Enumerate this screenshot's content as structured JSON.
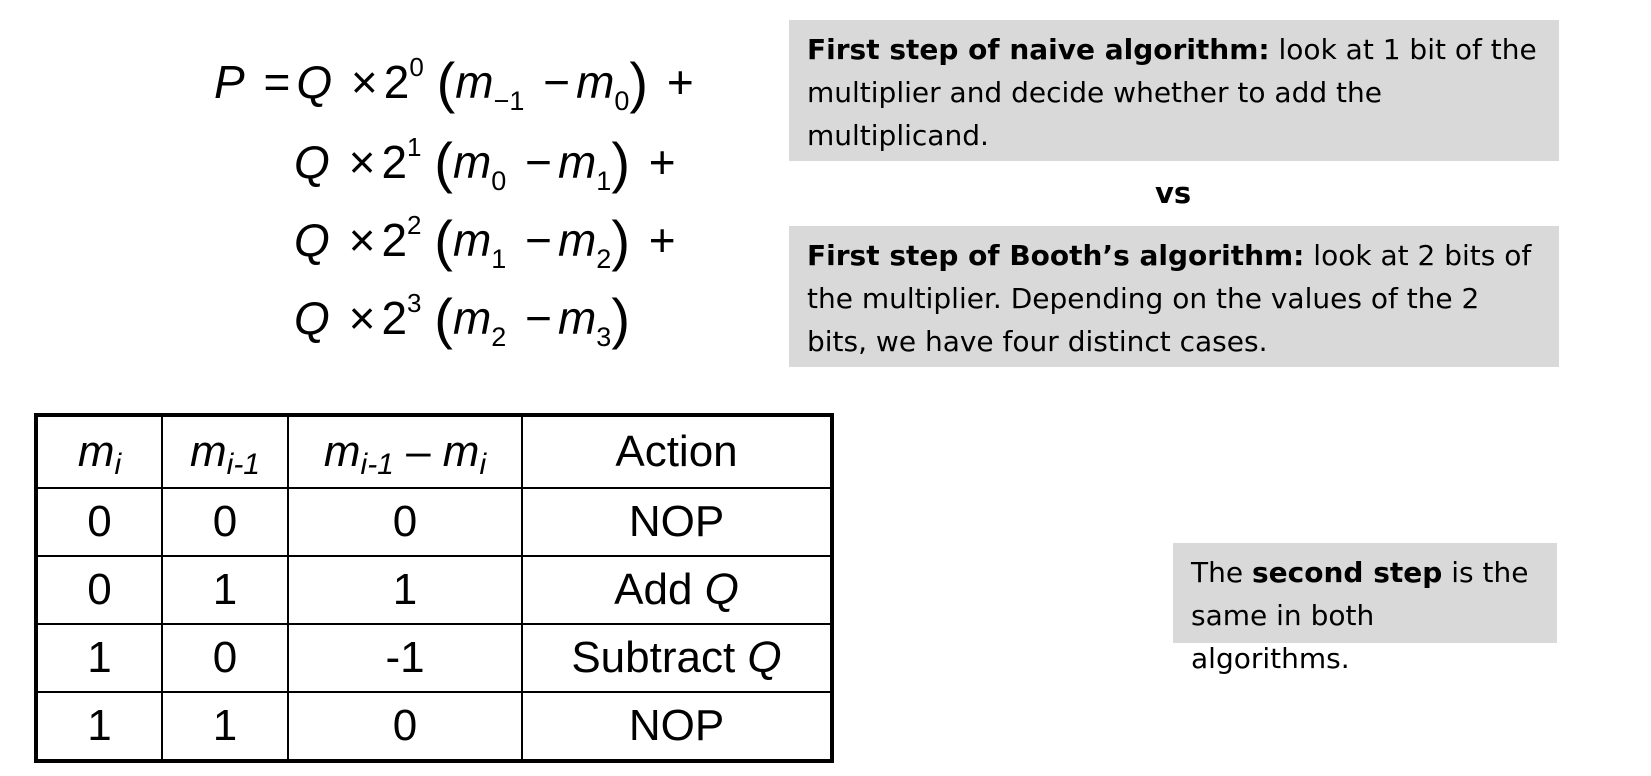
{
  "equation": {
    "lhs": "P",
    "eq": "=",
    "Q": "Q",
    "times": "×",
    "base": "2",
    "m": "m",
    "minus": "−",
    "plus": "+",
    "open": "(",
    "close": ")",
    "lines": [
      {
        "exp": "0",
        "a": "−1",
        "b": "0",
        "plus": "+"
      },
      {
        "exp": "1",
        "a": "0",
        "b": "1",
        "plus": "+"
      },
      {
        "exp": "2",
        "a": "1",
        "b": "2",
        "plus": "+"
      },
      {
        "exp": "3",
        "a": "2",
        "b": "3",
        "plus": ""
      }
    ]
  },
  "naive_box": {
    "bold": "First step of naive algorithm:",
    "text": " look at 1 bit of the multiplier and decide whether to add the multiplicand."
  },
  "vs_label": "vs",
  "booth_box": {
    "bold": "First step of Booth’s algorithm:",
    "text": " look at 2 bits of the multiplier. Depending on the values of the 2 bits, we have four distinct cases."
  },
  "second_box": {
    "pre": "The ",
    "bold": "second step",
    "post": " is the same in both algorithms."
  },
  "table": {
    "headers": {
      "mi_base": "m",
      "mi_sub": "i",
      "mi1_base": "m",
      "mi1_sub": "i-1",
      "diff_a": "m",
      "diff_a_sub": "i-1",
      "diff_op": " – ",
      "diff_b": "m",
      "diff_b_sub": "i",
      "action": "Action"
    },
    "rows": [
      {
        "mi": "0",
        "mi1": "0",
        "diff": "0",
        "action": "NOP",
        "action_var": ""
      },
      {
        "mi": "0",
        "mi1": "1",
        "diff": "1",
        "action": "Add ",
        "action_var": "Q"
      },
      {
        "mi": "1",
        "mi1": "0",
        "diff": "-1",
        "action": "Subtract ",
        "action_var": "Q"
      },
      {
        "mi": "1",
        "mi1": "1",
        "diff": "0",
        "action": "NOP",
        "action_var": ""
      }
    ]
  }
}
